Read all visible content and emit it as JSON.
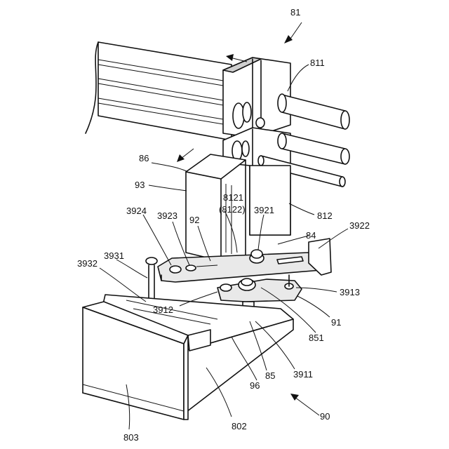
{
  "labels": {
    "l81": "81",
    "l811": "811",
    "l86": "86",
    "l93": "93",
    "l8121": "8121",
    "l8122": "(8122)",
    "l812": "812",
    "l3924": "3924",
    "l3923": "3923",
    "l92": "92",
    "l3921": "3921",
    "l84": "84",
    "l3922": "3922",
    "l3931": "3931",
    "l3932": "3932",
    "l3913": "3913",
    "l3912": "3912",
    "l91": "91",
    "l851": "851",
    "l3911": "3911",
    "l85": "85",
    "l96": "96",
    "l90": "90",
    "l803": "803",
    "l802": "802"
  }
}
